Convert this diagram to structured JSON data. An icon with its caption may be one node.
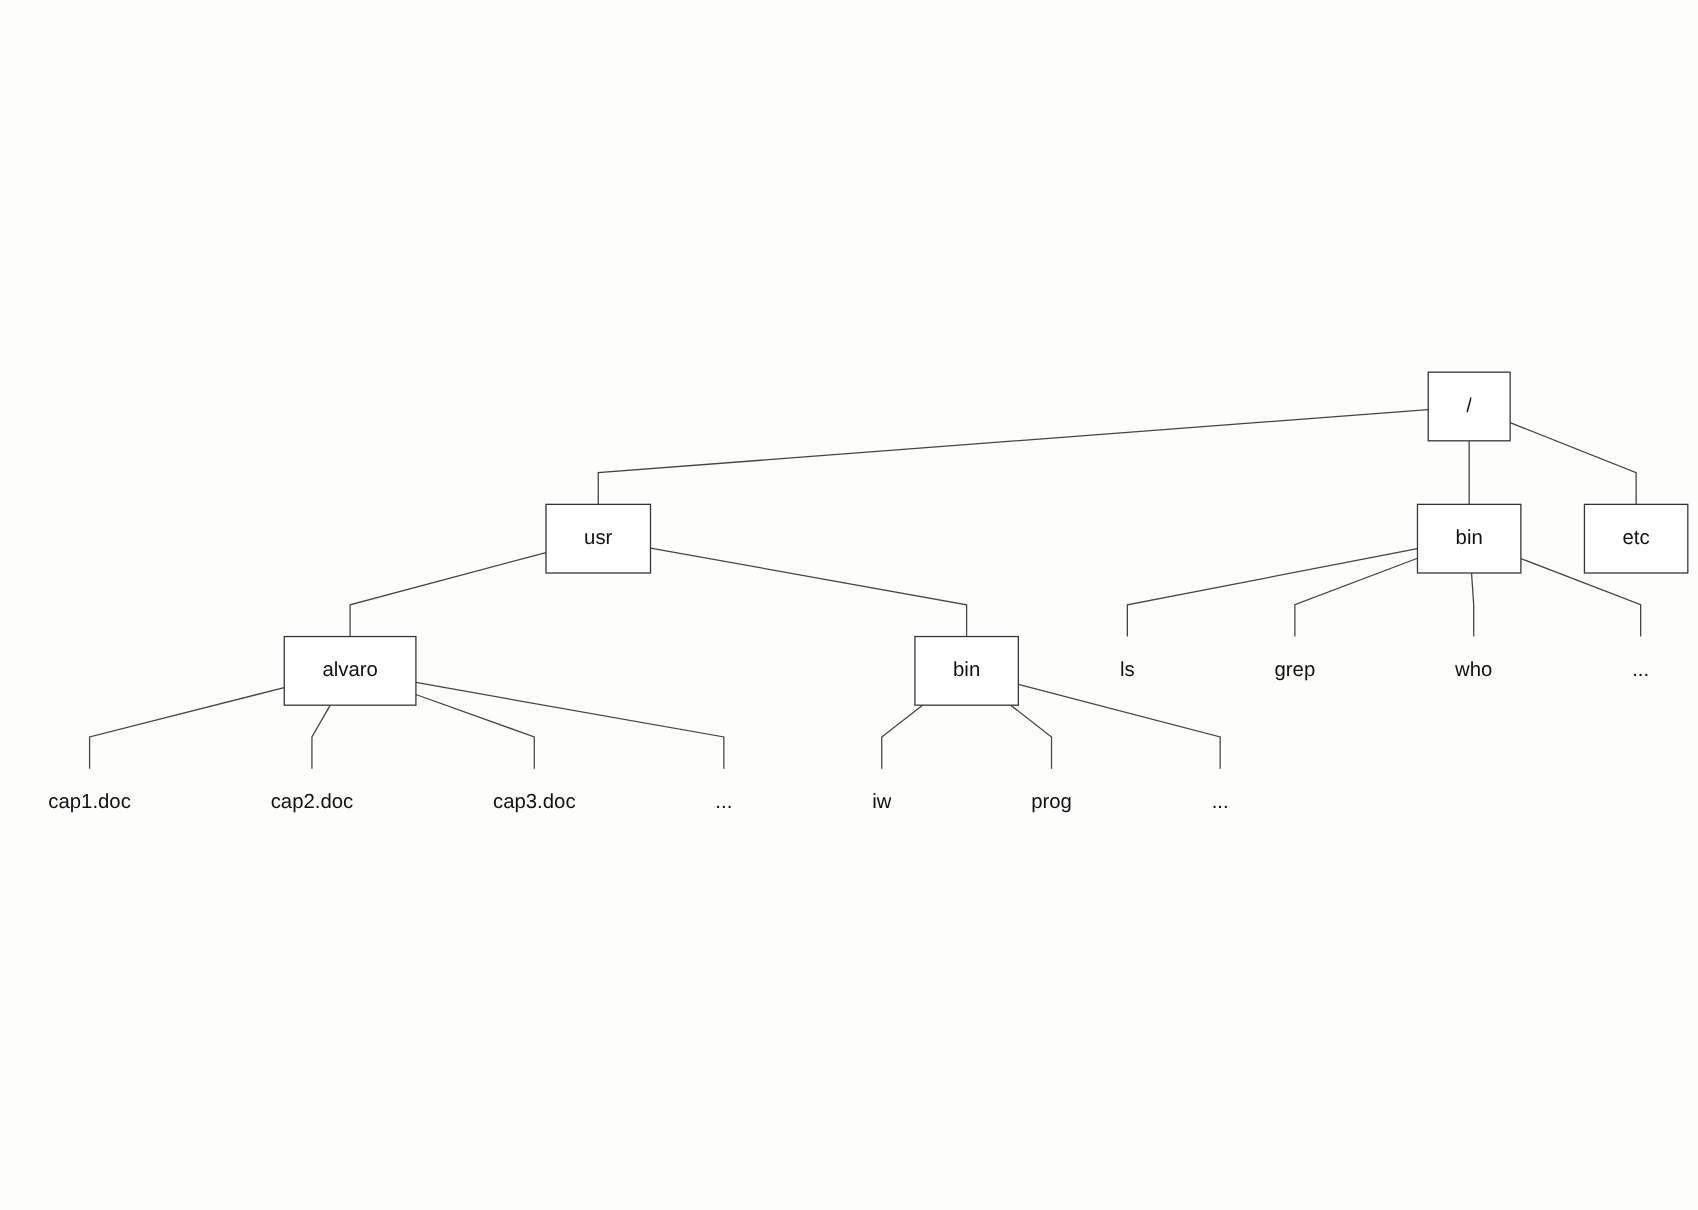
{
  "diagram": {
    "nodes": [
      {
        "text": [
          "/"
        ]
      },
      {
        "text": [
          "usr"
        ]
      },
      {
        "text": [
          "bin"
        ]
      },
      {
        "text": [
          "etc"
        ]
      },
      {
        "text": [
          "alvaro"
        ]
      },
      {
        "text": [
          "bin"
        ]
      },
      {
        "text": [
          "cap1.doc"
        ]
      },
      {
        "text": [
          "cap2.doc"
        ]
      },
      {
        "text": [
          "cap3.doc"
        ]
      },
      {
        "text": [
          "..."
        ]
      },
      {
        "text": [
          "iw"
        ]
      },
      {
        "text": [
          "prog"
        ]
      },
      {
        "text": [
          "..."
        ]
      },
      {
        "text": [
          "ls"
        ]
      },
      {
        "text": [
          "grep"
        ]
      },
      {
        "text": [
          "who"
        ]
      },
      {
        "text": [
          "..."
        ]
      }
    ],
    "edges": [
      {
        "from": 0,
        "to": 1,
        "arrow": "none"
      },
      {
        "from": 0,
        "to": 2,
        "arrow": "none"
      },
      {
        "from": 0,
        "to": 3,
        "arrow": "none"
      },
      {
        "from": 1,
        "to": 4,
        "arrow": "none"
      },
      {
        "from": 1,
        "to": 5,
        "arrow": "none"
      },
      {
        "from": 4,
        "to": 6,
        "arrow": "none"
      },
      {
        "from": 4,
        "to": 7,
        "arrow": "none"
      },
      {
        "from": 4,
        "to": 8,
        "arrow": "none"
      },
      {
        "from": 4,
        "to": 9,
        "arrow": "none"
      },
      {
        "from": 5,
        "to": 10,
        "arrow": "none"
      },
      {
        "from": 5,
        "to": 11,
        "arrow": "none"
      },
      {
        "from": 5,
        "to": 12,
        "arrow": "none"
      },
      {
        "from": 2,
        "to": 13,
        "arrow": "none"
      },
      {
        "from": 2,
        "to": 14,
        "arrow": "none"
      },
      {
        "from": 2,
        "to": 15,
        "arrow": "none"
      },
      {
        "from": 2,
        "to": 16,
        "arrow": "none"
      }
    ]
  }
}
